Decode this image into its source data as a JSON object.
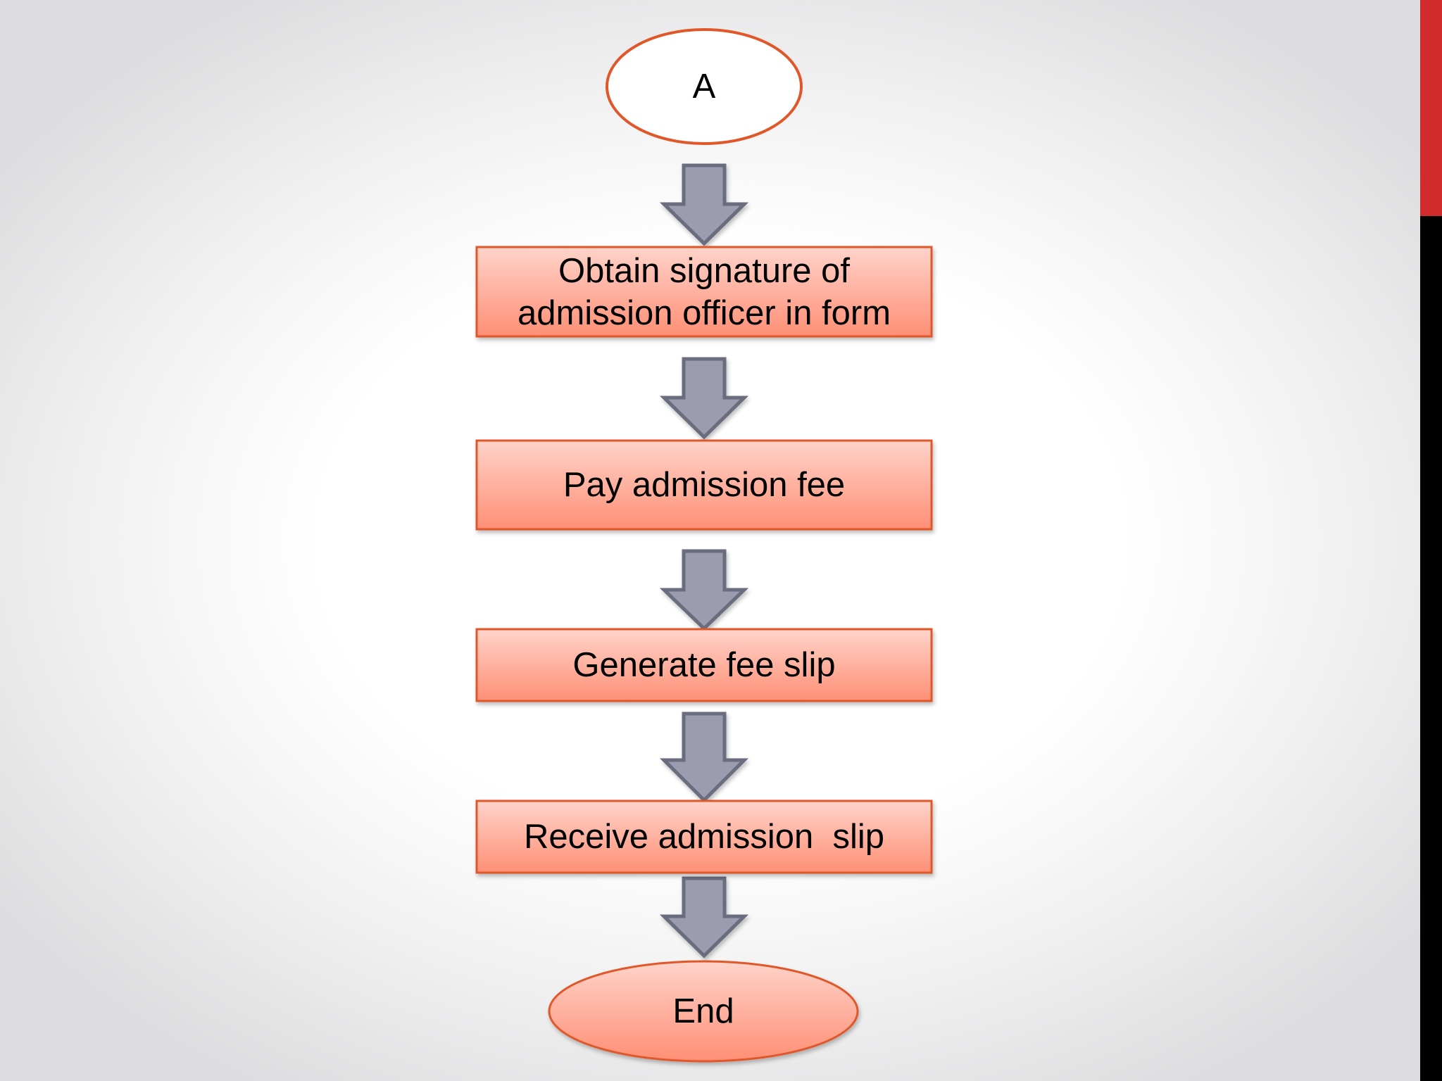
{
  "colors": {
    "accent_red": "#d22b2b",
    "accent_black": "#000000",
    "box_fill_top": "#ffd3ca",
    "box_fill_bottom": "#ff8f75",
    "box_border": "#e0582a",
    "arrow_fill": "#9b9cb0",
    "arrow_border": "#6b6d7d"
  },
  "flowchart": {
    "start": {
      "label": "A",
      "shape": "ellipse"
    },
    "steps": [
      {
        "label": "Obtain signature of\nadmission officer in form"
      },
      {
        "label": "Pay admission fee"
      },
      {
        "label": "Generate fee slip"
      },
      {
        "label": "Receive admission  slip"
      }
    ],
    "end": {
      "label": "End",
      "shape": "ellipse"
    }
  }
}
